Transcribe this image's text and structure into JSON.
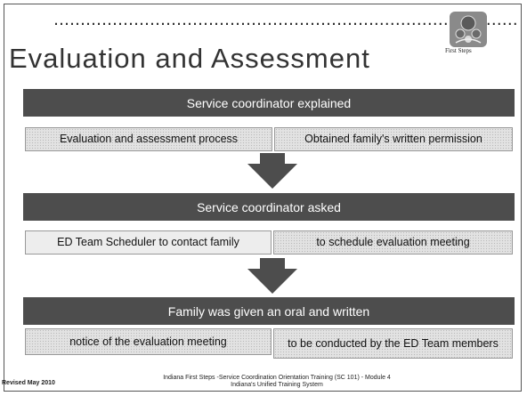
{
  "header": {
    "title": "Evaluation and Assessment",
    "dots": "…………………………………………………….…………………………………",
    "logo_caption": "First Steps"
  },
  "sections": [
    {
      "heading": "Service coordinator explained",
      "cells": [
        "Evaluation and assessment process",
        "Obtained family's written permission"
      ]
    },
    {
      "heading": "Service coordinator asked",
      "cells": [
        "ED Team Scheduler to contact family",
        "to schedule evaluation meeting"
      ]
    },
    {
      "heading": "Family was given an oral and written",
      "cells": [
        "notice of the evaluation meeting",
        "to be conducted by the ED Team members"
      ]
    }
  ],
  "footer": {
    "revised": "Revised May 2010",
    "line1": "Indiana First Steps -Service Coordination Orientation Training  (SC 101)  - Module 4",
    "line2": "Indiana's Unified Training System"
  },
  "colors": {
    "heading_bar": "#4d4d4d",
    "cell_fill": "#e2e2e2",
    "arrow": "#4d4d4d"
  }
}
